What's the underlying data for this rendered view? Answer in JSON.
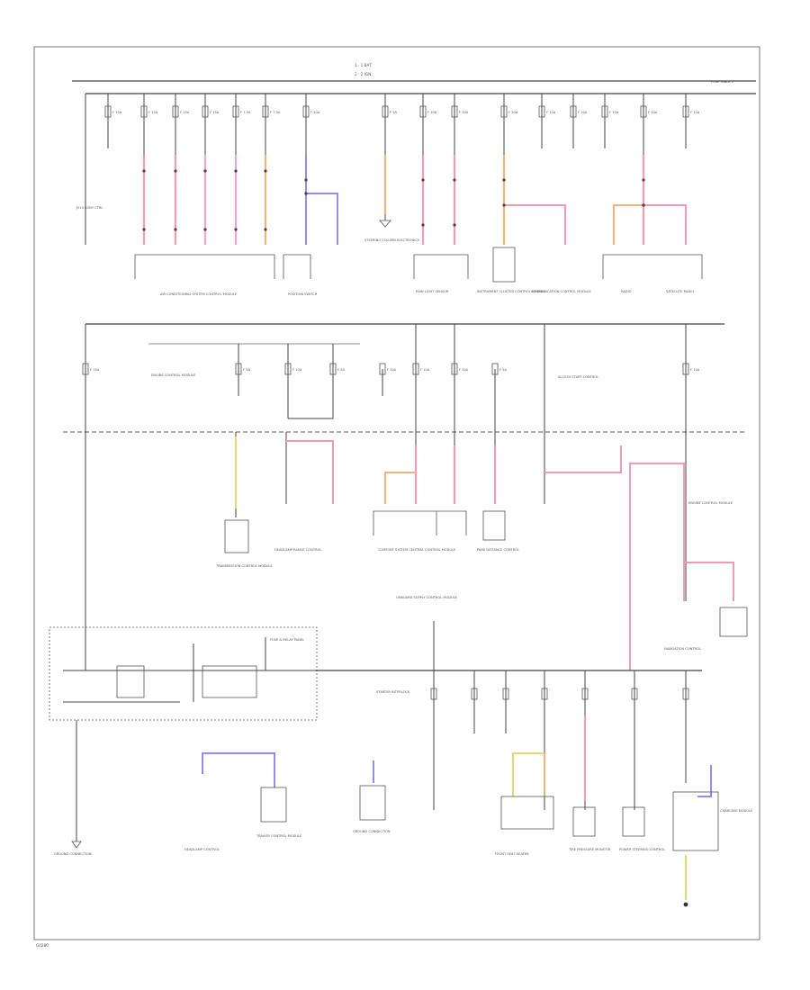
{
  "header": {
    "line1": "1 · 1 BAT",
    "line2": "2 · 2 IGN",
    "right_tag": "FUSE TABLE 2"
  },
  "footer": {
    "code": "G0280"
  },
  "wire_colors": {
    "red": "#f39bb0",
    "pink": "#f5a6c8",
    "magenta": "#f0a0e8",
    "orange": "#f6b27a",
    "yellow": "#e8d77a",
    "blue": "#8f8ff0",
    "black": "#444444"
  },
  "fuses_top": [
    {
      "label": "F 10A"
    },
    {
      "label": "F 15A"
    },
    {
      "label": "F 15A"
    },
    {
      "label": "F 15A"
    },
    {
      "label": "F 7.5A"
    },
    {
      "label": "F 7.5A"
    },
    {
      "label": "F 10A"
    },
    {
      "label": "F 5A"
    },
    {
      "label": "F 10A"
    },
    {
      "label": "F 10A"
    },
    {
      "label": "F 20A"
    },
    {
      "label": "F 10A"
    },
    {
      "label": "F 10A"
    },
    {
      "label": "F 10A"
    },
    {
      "label": "F 10A"
    },
    {
      "label": "F 10A"
    }
  ],
  "modules_top": [
    {
      "label": "J519 BODY CTRL"
    },
    {
      "label": "AIR CONDITIONING SYSTEM CONTROL MODULE"
    },
    {
      "label": "POSITION SWITCH"
    },
    {
      "label": "STEERING COLUMN ELECTRONICS"
    },
    {
      "label": "RAIN LIGHT SENSOR"
    },
    {
      "label": "INSTRUMENT CLUSTER CONTROL MODULE"
    },
    {
      "label": "COMMUNICATION CONTROL MODULE"
    },
    {
      "label": "RADIO"
    },
    {
      "label": "SATELLITE RADIO"
    }
  ],
  "fuses_mid": [
    {
      "label": "F 15A"
    },
    {
      "label": "F 5A"
    },
    {
      "label": "F 10A"
    },
    {
      "label": "F 5A"
    },
    {
      "label": "F 10A"
    },
    {
      "label": "F 10A"
    },
    {
      "label": "F 10A"
    },
    {
      "label": "F 5A"
    },
    {
      "label": "F 10A"
    }
  ],
  "modules_mid": [
    {
      "label": "ENGINE CONTROL MODULE"
    },
    {
      "label": "TRANSMISSION CONTROL MODULE"
    },
    {
      "label": "HEADLAMP RANGE CONTROL"
    },
    {
      "label": "COMFORT SYSTEM CENTRAL CONTROL MODULE"
    },
    {
      "label": "PARK DISTANCE CONTROL"
    },
    {
      "label": "ACCESS START CONTROL"
    },
    {
      "label": "ENGINE CONTROL MODULE"
    }
  ],
  "modules_bottom": [
    {
      "label": "FUSE & RELAY PANEL"
    },
    {
      "label": "ONBOARD SUPPLY CONTROL MODULE"
    },
    {
      "label": "STARTER INTERLOCK"
    },
    {
      "label": "HEADLAMP CONTROL"
    },
    {
      "label": "TRAILER CONTROL MODULE"
    },
    {
      "label": "GROUND CONNECTION"
    },
    {
      "label": "FRONT SEAT HEATER"
    },
    {
      "label": "TIRE PRESSURE MONITOR"
    },
    {
      "label": "POWER STEERING CONTROL"
    },
    {
      "label": "NAVIGATION CONTROL"
    },
    {
      "label": "CHARGING MODULE"
    }
  ],
  "ground_label": "GROUND CONNECTION"
}
